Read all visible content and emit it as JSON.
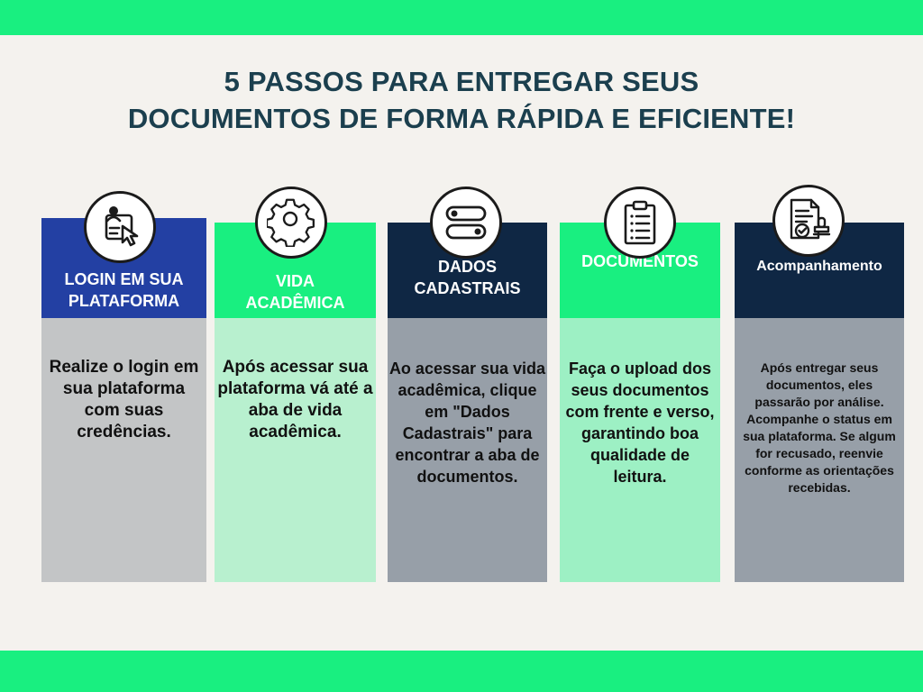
{
  "title": {
    "line1": "5 PASSOS PARA ENTREGAR SEUS",
    "line2": "DOCUMENTOS DE FORMA RÁPIDA E EFICIENTE!"
  },
  "colors": {
    "green": "#19ef80",
    "navy": "#0f2744",
    "blue": "#2340a3",
    "title": "#1b3f4e",
    "light_gray": "#c3c5c6",
    "light_green": "#b8f0cf",
    "slate_gray": "#979fa8"
  },
  "steps": [
    {
      "icon": "login-user-icon",
      "header": "LOGIN EM SUA PLATAFORMA",
      "text": "Realize o login em sua plataforma com suas credências."
    },
    {
      "icon": "gear-icon",
      "header": "VIDA ACADÊMICA",
      "text": "Após acessar sua plataforma vá até a aba de vida acadêmica."
    },
    {
      "icon": "toggle-icon",
      "header": "DADOS CADASTRAIS",
      "text": "Ao acessar sua vida acadêmica, clique em \"Dados Cadastrais\" para encontrar a aba de documentos."
    },
    {
      "icon": "clipboard-icon",
      "header": "DOCUMENTOS",
      "text": "Faça o upload dos seus documentos com frente e verso, garantindo boa qualidade de leitura."
    },
    {
      "icon": "approved-document-icon",
      "header": "Acompanhamento",
      "text": "Após entregar seus documentos, eles passarão por análise. Acompanhe o status em sua plataforma. Se algum for recusado, reenvie conforme as orientações recebidas."
    }
  ]
}
